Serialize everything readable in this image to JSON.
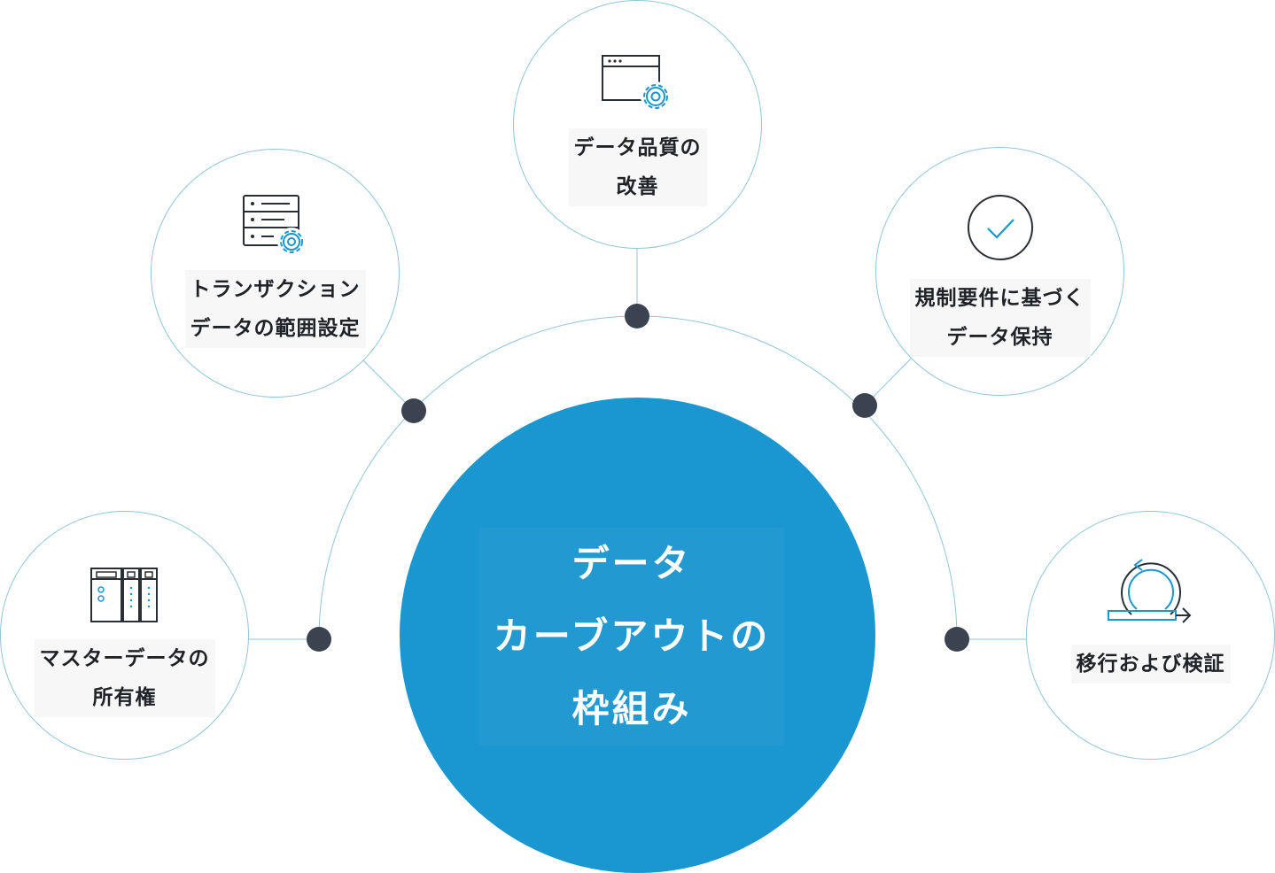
{
  "diagram": {
    "center": {
      "lines": [
        "データ",
        "カーブアウトの",
        "枠組み"
      ],
      "color": "#1a96d0"
    },
    "nodes": [
      {
        "id": "master-data",
        "icon": "server-rack-icon",
        "lines": [
          "マスターデータの",
          "所有権"
        ]
      },
      {
        "id": "transaction-scope",
        "icon": "database-gear-icon",
        "lines": [
          "トランザクション",
          "データの範囲設定"
        ]
      },
      {
        "id": "data-quality",
        "icon": "browser-gear-icon",
        "lines": [
          "データ品質の",
          "改善"
        ]
      },
      {
        "id": "regulatory-retention",
        "icon": "check-circle-icon",
        "lines": [
          "規制要件に基づく",
          "データ保持"
        ]
      },
      {
        "id": "migration-validation",
        "icon": "cycle-arrow-icon",
        "lines": [
          "移行および検証"
        ]
      }
    ],
    "colors": {
      "connector": "#8fc6dd",
      "dot": "#3b4350",
      "icon_dark": "#2a2f36",
      "icon_accent": "#1a96d0"
    }
  }
}
